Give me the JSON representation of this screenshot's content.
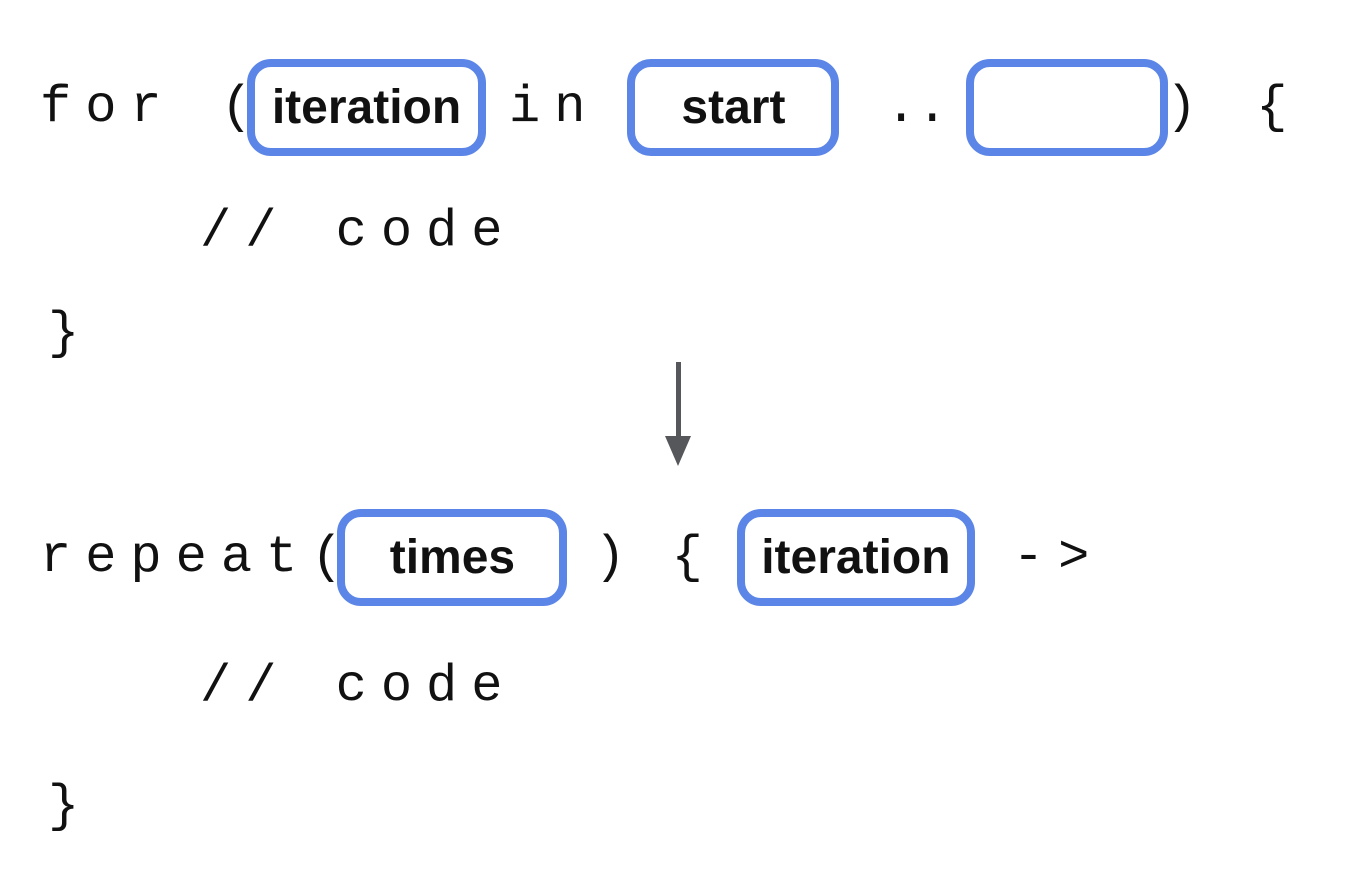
{
  "page": {
    "background": "#ffffff"
  },
  "colors": {
    "pill_border": "#5b85e6",
    "arrow": "#55575a",
    "code_text": "#111111"
  },
  "before_block": {
    "for_open": "for (",
    "iteration_label": "iteration",
    "in_keyword": "in",
    "start_label": "start",
    "range_dots": "..",
    "close_paren_brace": ") {",
    "comment": "// code",
    "closing_brace": "}"
  },
  "transform_arrow": {
    "icon": "down-arrow-icon"
  },
  "after_block": {
    "repeat_open": "repeat(",
    "times_label": "times",
    "close_paren": ")",
    "open_brace": "{",
    "iteration_label": "iteration",
    "lambda_arrow": "->",
    "comment": "// code",
    "closing_brace": "}"
  }
}
